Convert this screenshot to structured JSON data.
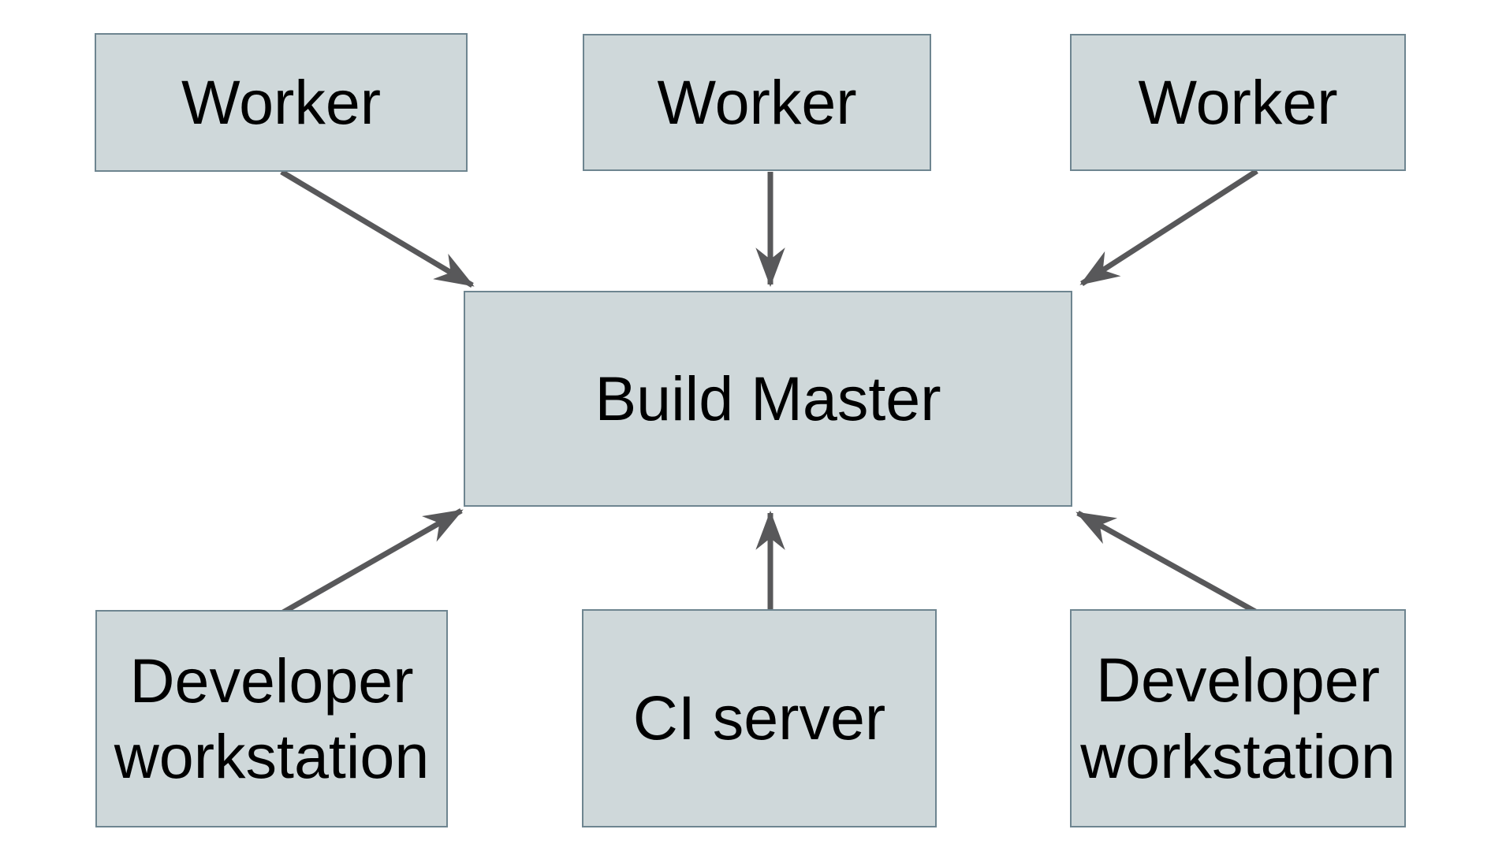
{
  "diagram": {
    "background_color": "#ffffff",
    "style": {
      "node_fill": "#cfd8da",
      "node_border": "#6e8590",
      "arrow_color": "#58585a",
      "text_color": "#000000"
    },
    "nodes": [
      {
        "id": "worker-1",
        "label": "Worker"
      },
      {
        "id": "worker-2",
        "label": "Worker"
      },
      {
        "id": "worker-3",
        "label": "Worker"
      },
      {
        "id": "build-master",
        "label": "Build Master"
      },
      {
        "id": "developer-workstation-left",
        "label": "Developer workstation"
      },
      {
        "id": "ci-server",
        "label": "CI server"
      },
      {
        "id": "developer-workstation-right",
        "label": "Developer workstation"
      }
    ],
    "edges": [
      {
        "from": "worker-1",
        "to": "build-master"
      },
      {
        "from": "worker-2",
        "to": "build-master"
      },
      {
        "from": "worker-3",
        "to": "build-master"
      },
      {
        "from": "developer-workstation-left",
        "to": "build-master"
      },
      {
        "from": "ci-server",
        "to": "build-master"
      },
      {
        "from": "developer-workstation-right",
        "to": "build-master"
      }
    ]
  }
}
